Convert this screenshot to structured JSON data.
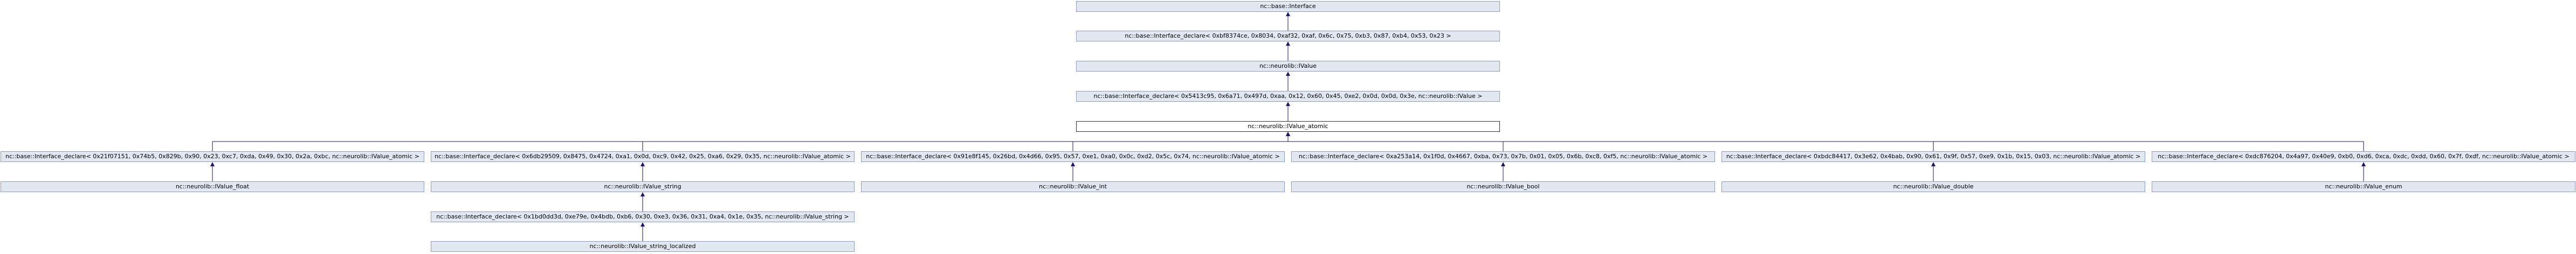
{
  "diagram": {
    "nodes": [
      {
        "id": "interface",
        "label": "nc::base::Interface",
        "current": false
      },
      {
        "id": "decl_interface",
        "label": "nc::base::Interface_declare< 0xbf8374ce, 0x8034, 0xaf32, 0xaf, 0x6c, 0x75, 0xb3, 0x87, 0xb4, 0x53, 0x23 >",
        "current": false
      },
      {
        "id": "ivalue",
        "label": "nc::neurolib::IValue",
        "current": false
      },
      {
        "id": "decl_ivalue",
        "label": "nc::base::Interface_declare< 0x5413c95, 0x6a71, 0x497d, 0xaa, 0x12, 0x60, 0x45, 0xe2, 0x0d, 0x0d, 0x3e, nc::neurolib::IValue >",
        "current": false
      },
      {
        "id": "ivalue_atomic",
        "label": "nc::neurolib::IValue_atomic",
        "current": true
      },
      {
        "id": "decl_float",
        "label": "nc::base::Interface_declare< 0x21f07151, 0x74b5, 0x829b, 0x90, 0x23, 0xc7, 0xda, 0x49, 0x30, 0x2a, 0xbc, nc::neurolib::IValue_atomic >",
        "current": false
      },
      {
        "id": "decl_string",
        "label": "nc::base::Interface_declare< 0x6db29509, 0x8475, 0x4724, 0xa1, 0x0d, 0xc9, 0x42, 0x25, 0xa6, 0x29, 0x35, nc::neurolib::IValue_atomic >",
        "current": false
      },
      {
        "id": "decl_int",
        "label": "nc::base::Interface_declare< 0x91e8f145, 0x26bd, 0x4d66, 0x95, 0x57, 0xe1, 0xa0, 0x0c, 0xd2, 0x5c, 0x74, nc::neurolib::IValue_atomic >",
        "current": false
      },
      {
        "id": "decl_bool",
        "label": "nc::base::Interface_declare< 0xa253a14, 0x1f0d, 0x4667, 0xba, 0x73, 0x7b, 0x01, 0x05, 0x6b, 0xc8, 0xf5, nc::neurolib::IValue_atomic >",
        "current": false
      },
      {
        "id": "decl_double",
        "label": "nc::base::Interface_declare< 0xbdc84417, 0x3e62, 0x4bab, 0x90, 0x61, 0x9f, 0x57, 0xe9, 0x1b, 0x15, 0x03, nc::neurolib::IValue_atomic >",
        "current": false
      },
      {
        "id": "decl_enum",
        "label": "nc::base::Interface_declare< 0xdc876204, 0x4a97, 0x40e9, 0xb0, 0xd6, 0xca, 0xdc, 0xdd, 0x60, 0x7f, 0xdf, nc::neurolib::IValue_atomic >",
        "current": false
      },
      {
        "id": "ivalue_float",
        "label": "nc::neurolib::IValue_float",
        "current": false
      },
      {
        "id": "ivalue_string",
        "label": "nc::neurolib::IValue_string",
        "current": false
      },
      {
        "id": "ivalue_int",
        "label": "nc::neurolib::IValue_int",
        "current": false
      },
      {
        "id": "ivalue_bool",
        "label": "nc::neurolib::IValue_bool",
        "current": false
      },
      {
        "id": "ivalue_double",
        "label": "nc::neurolib::IValue_double",
        "current": false
      },
      {
        "id": "ivalue_enum",
        "label": "nc::neurolib::IValue_enum",
        "current": false
      },
      {
        "id": "decl_string_localized",
        "label": "nc::base::Interface_declare< 0x1bd0dd3d, 0xe79e, 0x4bdb, 0xb6, 0x30, 0xe3, 0x36, 0x31, 0xa4, 0x1e, 0x35, nc::neurolib::IValue_string >",
        "current": false
      },
      {
        "id": "ivalue_string_localized",
        "label": "nc::neurolib::IValue_string_localized",
        "current": false
      }
    ],
    "edges": [
      {
        "from": "decl_interface",
        "to": "interface"
      },
      {
        "from": "ivalue",
        "to": "decl_interface"
      },
      {
        "from": "decl_ivalue",
        "to": "ivalue"
      },
      {
        "from": "ivalue_atomic",
        "to": "decl_ivalue"
      },
      {
        "from": "decl_float",
        "to": "ivalue_atomic"
      },
      {
        "from": "decl_string",
        "to": "ivalue_atomic"
      },
      {
        "from": "decl_int",
        "to": "ivalue_atomic"
      },
      {
        "from": "decl_bool",
        "to": "ivalue_atomic"
      },
      {
        "from": "decl_double",
        "to": "ivalue_atomic"
      },
      {
        "from": "decl_enum",
        "to": "ivalue_atomic"
      },
      {
        "from": "ivalue_float",
        "to": "decl_float"
      },
      {
        "from": "ivalue_string",
        "to": "decl_string"
      },
      {
        "from": "ivalue_int",
        "to": "decl_int"
      },
      {
        "from": "ivalue_bool",
        "to": "decl_bool"
      },
      {
        "from": "ivalue_double",
        "to": "decl_double"
      },
      {
        "from": "ivalue_enum",
        "to": "decl_enum"
      },
      {
        "from": "decl_string_localized",
        "to": "ivalue_string"
      },
      {
        "from": "ivalue_string_localized",
        "to": "decl_string_localized"
      }
    ],
    "colors": {
      "node_fill": "#e2e8f2",
      "node_border": "#8c9cc4",
      "current_fill": "#ffffff",
      "current_border": "#333333",
      "edge": "#191970"
    }
  }
}
